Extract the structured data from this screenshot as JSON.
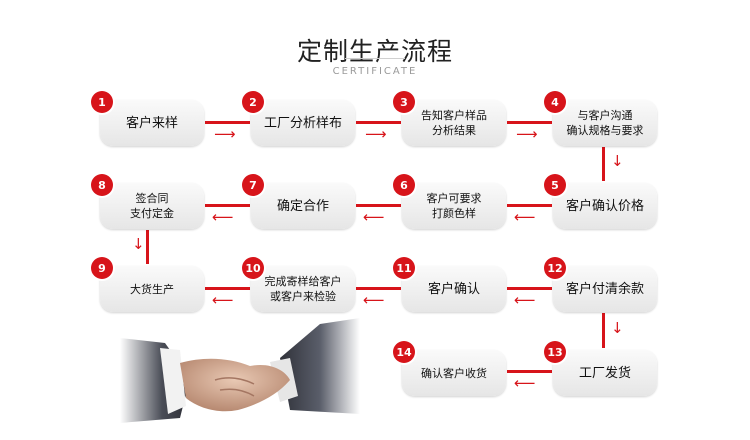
{
  "header": {
    "title": "定制生产流程",
    "subtitle": "CERTIFICATE"
  },
  "steps": [
    {
      "num": "1",
      "label": "客户来样"
    },
    {
      "num": "2",
      "label": "工厂分析样布"
    },
    {
      "num": "3",
      "label": "告知客户样品\n分析结果"
    },
    {
      "num": "4",
      "label": "与客户沟通\n确认规格与要求"
    },
    {
      "num": "5",
      "label": "客户确认价格"
    },
    {
      "num": "6",
      "label": "客户可要求\n打颜色样"
    },
    {
      "num": "7",
      "label": "确定合作"
    },
    {
      "num": "8",
      "label": "签合同\n支付定金"
    },
    {
      "num": "9",
      "label": "大货生产"
    },
    {
      "num": "10",
      "label": "完成寄样给客户\n或客户来检验"
    },
    {
      "num": "11",
      "label": "客户确认"
    },
    {
      "num": "12",
      "label": "客户付清余款"
    },
    {
      "num": "13",
      "label": "工厂发货"
    },
    {
      "num": "14",
      "label": "确认客户收货"
    }
  ],
  "colors": {
    "accent": "#d7141a",
    "box": "#ececec"
  },
  "decor": {
    "image": "handshake"
  }
}
